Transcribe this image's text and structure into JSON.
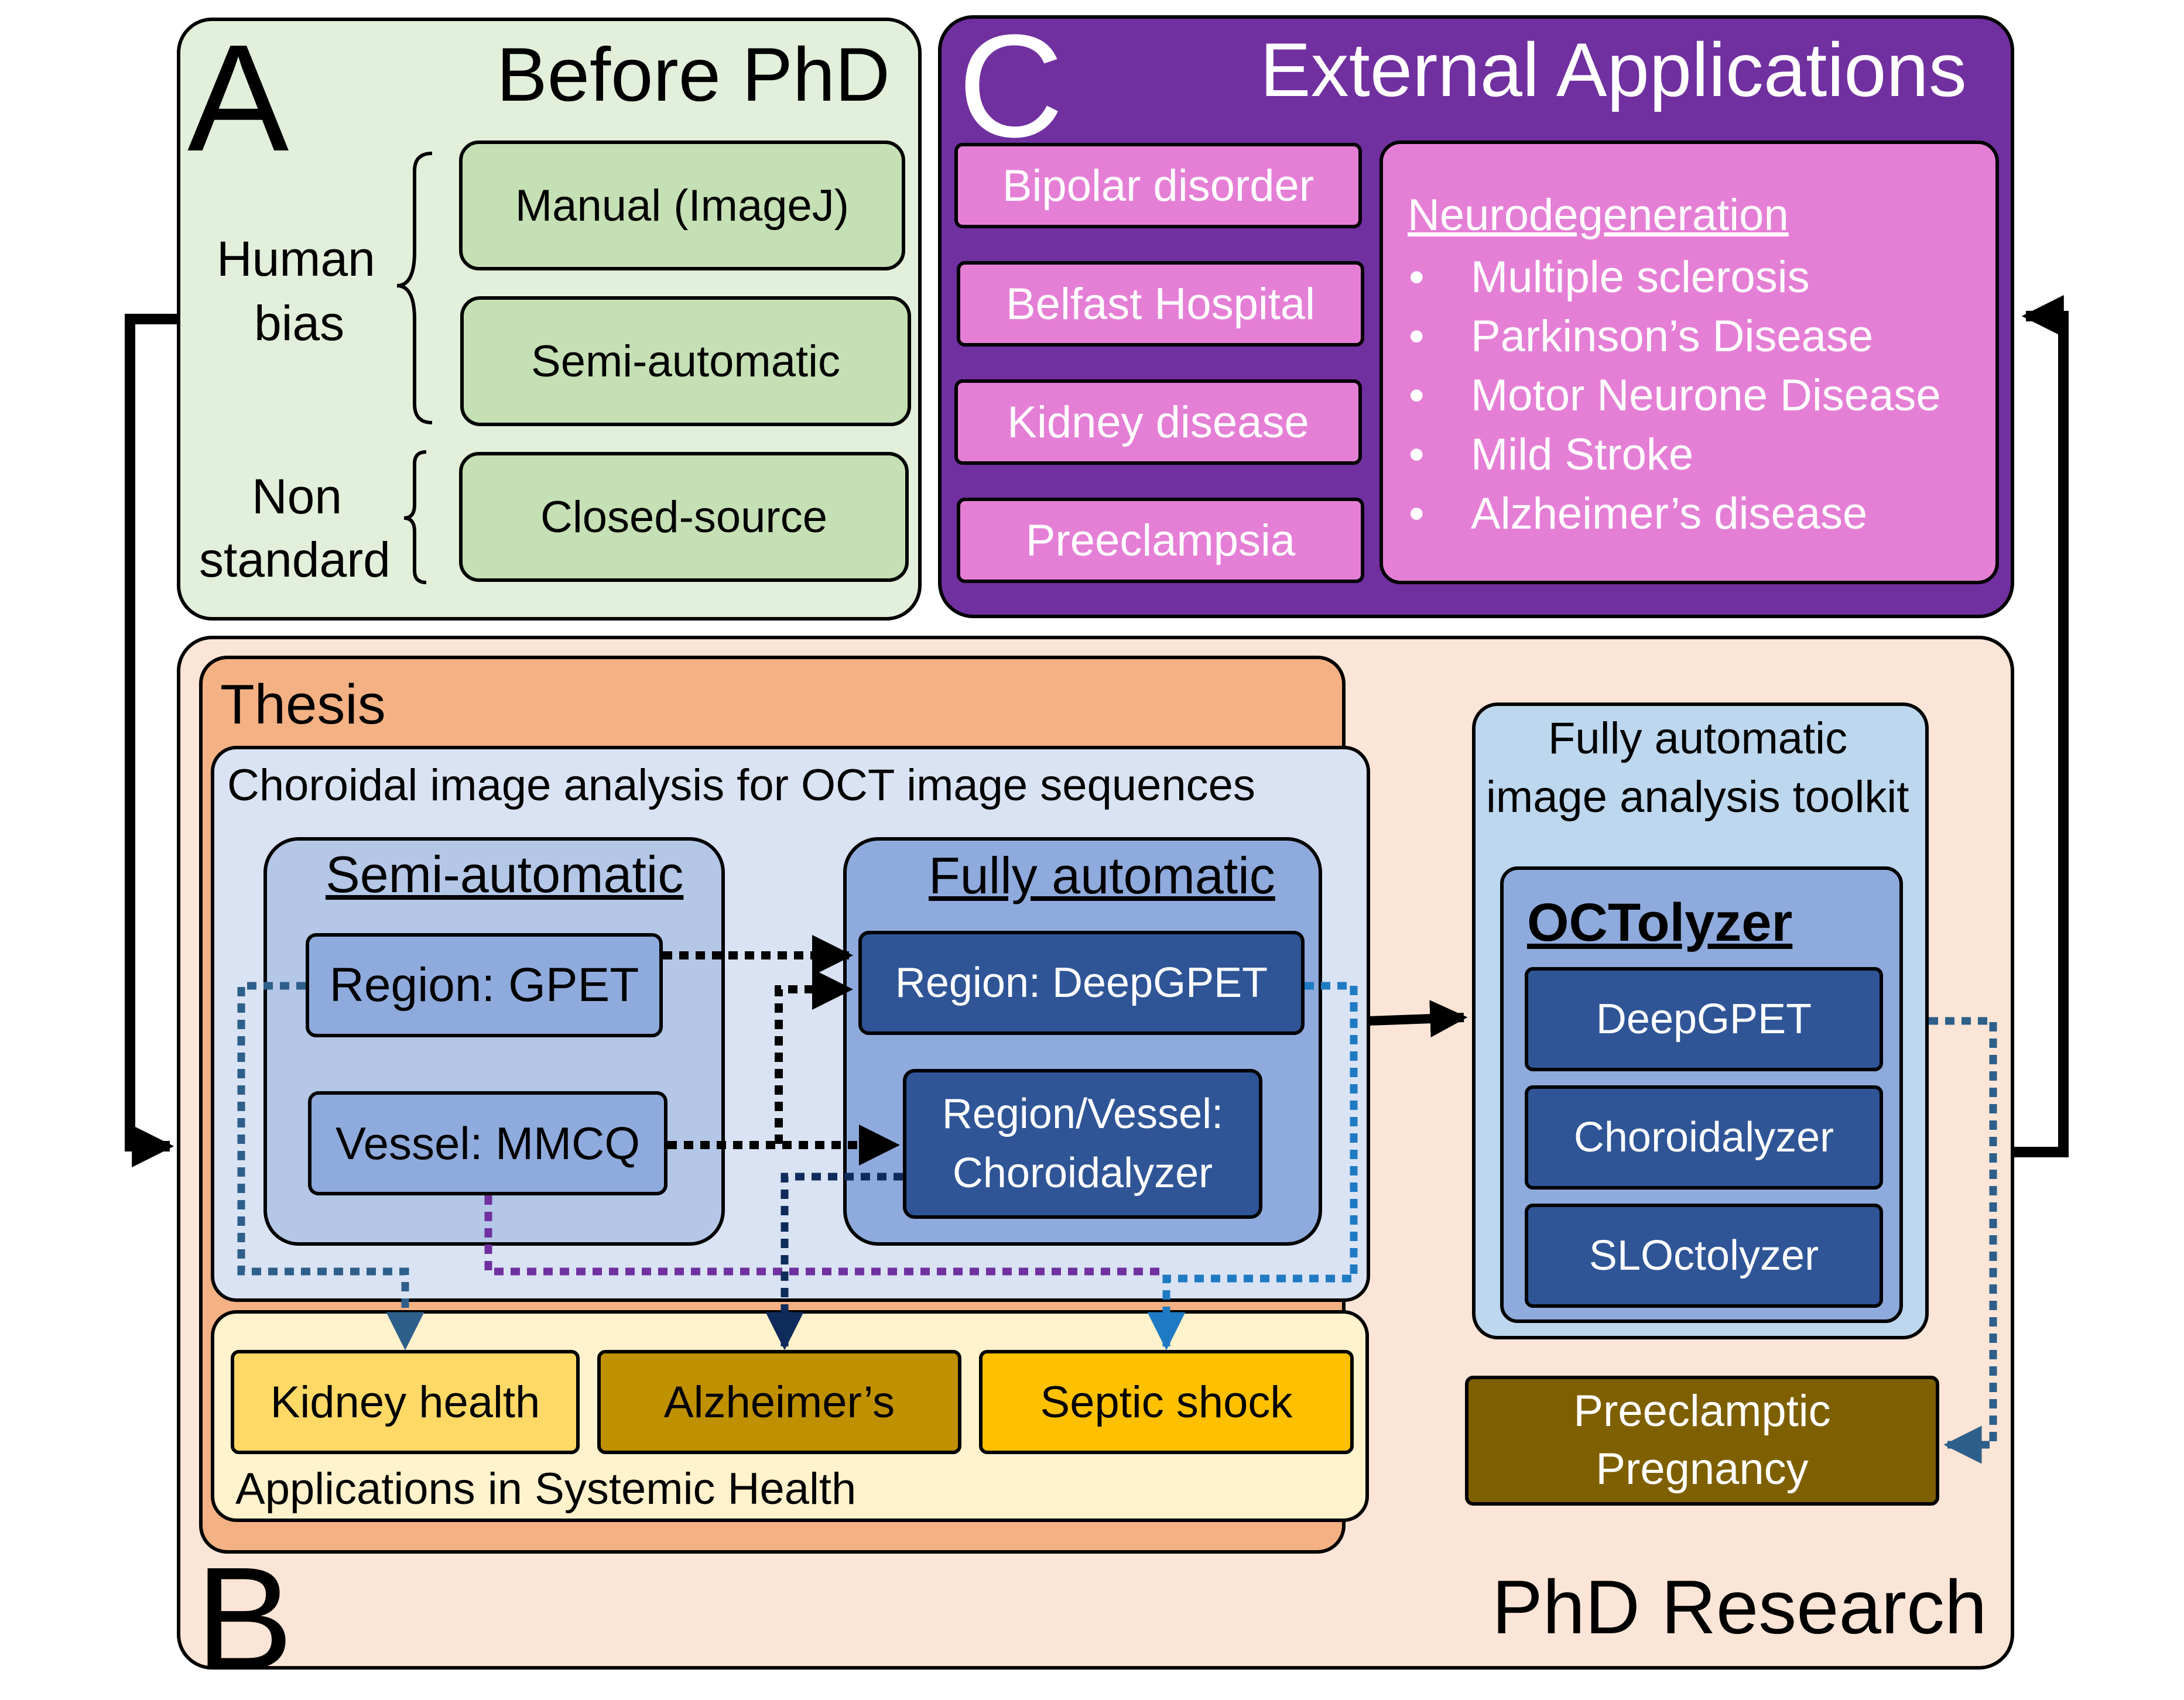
{
  "panel_a": {
    "letter": "A",
    "title": "Before PhD",
    "human_bias": [
      "Human",
      "bias"
    ],
    "non_standard": [
      "Non",
      "standard"
    ],
    "items": [
      "Manual (ImageJ)",
      "Semi-automatic",
      "Closed-source"
    ]
  },
  "panel_c": {
    "letter": "C",
    "title": "External Applications",
    "items": [
      "Bipolar disorder",
      "Belfast Hospital",
      "Kidney disease",
      "Preeclampsia"
    ],
    "neuro": {
      "heading": "Neurodegeneration",
      "bullet": "•",
      "items": [
        "Multiple sclerosis",
        "Parkinson’s Disease",
        "Motor Neurone Disease",
        "Mild Stroke",
        "Alzheimer’s disease"
      ]
    }
  },
  "panel_b": {
    "letter": "B",
    "title": "PhD Research",
    "thesis": "Thesis",
    "choroidal": "Choroidal image analysis for OCT image sequences",
    "semi": {
      "title": "Semi-automatic",
      "region": "Region: GPET",
      "vessel": "Vessel: MMCQ"
    },
    "fully": {
      "title": "Fully automatic",
      "region": "Region: DeepGPET",
      "vessel": [
        "Region/Vessel:",
        "Choroidalyzer"
      ]
    },
    "applications": {
      "label": "Applications in Systemic Health",
      "items": [
        "Kidney health",
        "Alzheimer’s",
        "Septic shock"
      ]
    },
    "toolkit": {
      "title": [
        "Fully automatic",
        "image analysis toolkit"
      ],
      "name": "OCTolyzer",
      "items": [
        "DeepGPET",
        "Choroidalyzer",
        "SLOctolyzer"
      ]
    },
    "preeclamptic": [
      "Preeclamptic",
      "Pregnancy"
    ]
  },
  "colors": {
    "panel_a_bg": "#e2efda",
    "panel_a_item": "#c5e0b4",
    "panel_c_bg": "#7030a0",
    "panel_c_item": "#e57fd6",
    "panel_b_bg": "#fbe5d6",
    "thesis_bg": "#f4b183",
    "choroidal_bg": "#dae3f3",
    "semi_bg": "#b4c7e7",
    "fully_bg": "#8faadc",
    "model_dark": "#2f5597",
    "toolkit_bg": "#bdd7ee",
    "apps_bg": "#fff2cc",
    "kidney": "#ffd966",
    "alzheimers": "#bf9000",
    "septic": "#ffc000",
    "preeclamptic": "#7f6000"
  }
}
